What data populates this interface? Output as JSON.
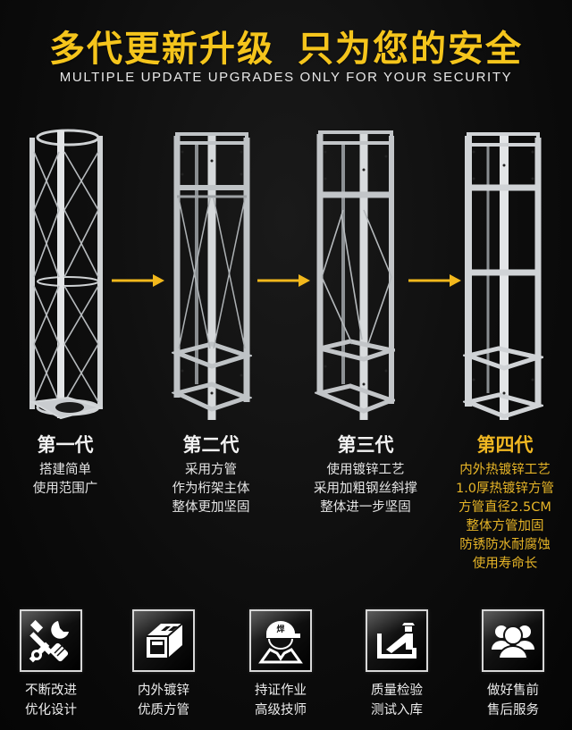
{
  "header": {
    "title_part1": "多代更新升级",
    "title_part2": "只为您的安全",
    "subtitle": "MULTIPLE UPDATE UPGRADES ONLY FOR YOUR SECURITY"
  },
  "colors": {
    "accent_gold": "#f5c51c",
    "gold_text": "#e7b527",
    "background": "#0a0a0a",
    "text_white": "#ededed"
  },
  "generations": [
    {
      "title": "第一代",
      "lines": [
        "搭建简单",
        "使用范围广"
      ],
      "highlight": false
    },
    {
      "title": "第二代",
      "lines": [
        "采用方管",
        "作为桁架主体",
        "整体更加坚固"
      ],
      "highlight": false
    },
    {
      "title": "第三代",
      "lines": [
        "使用镀锌工艺",
        "采用加粗钢丝斜撑",
        "整体进一步坚固"
      ],
      "highlight": false
    },
    {
      "title": "第四代",
      "lines": [
        "内外热镀锌工艺",
        "1.0厚热镀锌方管",
        "方管直径2.5CM",
        "整体方管加固",
        "防锈防水耐腐蚀",
        "使用寿命长"
      ],
      "highlight": true
    }
  ],
  "arrows": [
    "arrow-right-icon",
    "arrow-right-icon",
    "arrow-right-icon"
  ],
  "features": [
    {
      "icon": "tools-icon",
      "lines": [
        "不断改进",
        "优化设计"
      ]
    },
    {
      "icon": "square-tube-icon",
      "lines": [
        "内外镀锌",
        "优质方管"
      ]
    },
    {
      "icon": "welder-icon",
      "icon_label": "焊",
      "lines": [
        "持证作业",
        "高级技师"
      ]
    },
    {
      "icon": "inspector-icon",
      "lines": [
        "质量检验",
        "测试入库"
      ]
    },
    {
      "icon": "customer-service-icon",
      "lines": [
        "做好售前",
        "售后服务"
      ]
    }
  ]
}
